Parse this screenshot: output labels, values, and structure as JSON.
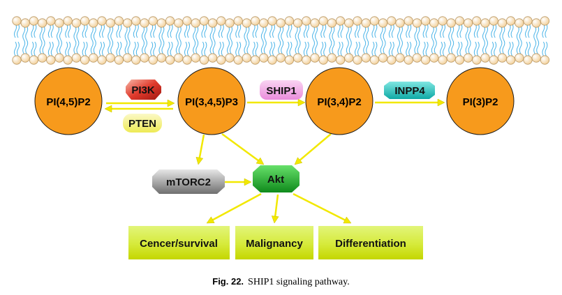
{
  "nodes": {
    "pi45p2": "PI(4,5)P2",
    "pi345p3": "PI(3,4,5)P3",
    "pi34p2": "PI(3,4)P2",
    "pi3p2": "PI(3)P2",
    "akt": "Akt",
    "mtorc2": "mTORC2"
  },
  "enzymes": {
    "pi3k": "PI3K",
    "pten": "PTEN",
    "ship1": "SHIP1",
    "inpp4": "INPP4"
  },
  "outcomes": {
    "survival": "Cencer/survival",
    "malignancy": "Malignancy",
    "differentiation": "Differentiation"
  },
  "caption": {
    "label": "Fig. 22.",
    "text": "SHIP1 signaling pathway."
  },
  "colors": {
    "node_fill": "#f79a1c",
    "arrow": "#f2e800",
    "akt": "#1faa2a",
    "pi3k": "#e03a2c",
    "pten": "#f7f27a",
    "ship1": "#f3a8e6",
    "inpp4": "#19c7c2",
    "mtorc2": "#8e8e8e",
    "outcome_top": "#e2f57a",
    "outcome_bottom": "#c8d800"
  }
}
